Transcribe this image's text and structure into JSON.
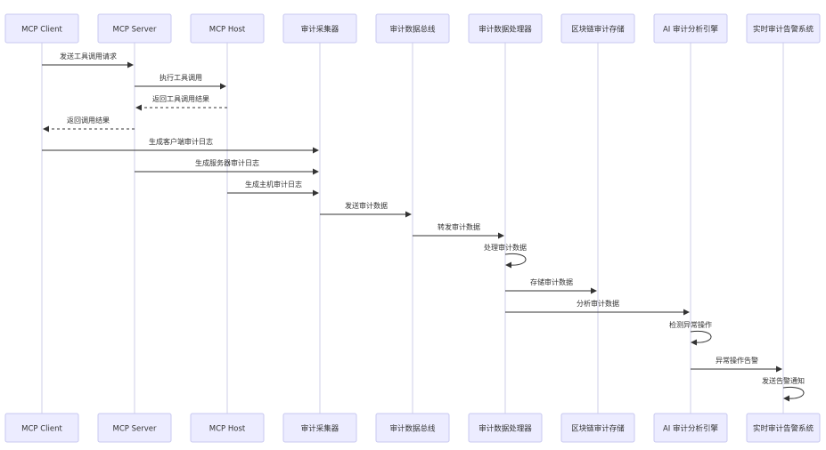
{
  "actors": [
    {
      "id": "client",
      "label": "MCP Client"
    },
    {
      "id": "server",
      "label": "MCP Server"
    },
    {
      "id": "host",
      "label": "MCP Host"
    },
    {
      "id": "collector",
      "label": "审计采集器"
    },
    {
      "id": "bus",
      "label": "审计数据总线"
    },
    {
      "id": "processor",
      "label": "审计数据处理器"
    },
    {
      "id": "chain",
      "label": "区块链审计存储"
    },
    {
      "id": "ai",
      "label": "AI 审计分析引擎"
    },
    {
      "id": "alert",
      "label": "实时审计告警系统"
    }
  ],
  "messages": [
    {
      "from": "client",
      "to": "server",
      "label": "发送工具调用请求",
      "style": "solid"
    },
    {
      "from": "server",
      "to": "host",
      "label": "执行工具调用",
      "style": "solid"
    },
    {
      "from": "host",
      "to": "server",
      "label": "返回工具调用结果",
      "style": "dashed"
    },
    {
      "from": "server",
      "to": "client",
      "label": "返回调用结果",
      "style": "dashed"
    },
    {
      "from": "client",
      "to": "collector",
      "label": "生成客户端审计日志",
      "style": "solid"
    },
    {
      "from": "server",
      "to": "collector",
      "label": "生成服务器审计日志",
      "style": "solid"
    },
    {
      "from": "host",
      "to": "collector",
      "label": "生成主机审计日志",
      "style": "solid"
    },
    {
      "from": "collector",
      "to": "bus",
      "label": "发送审计数据",
      "style": "solid"
    },
    {
      "from": "bus",
      "to": "processor",
      "label": "转发审计数据",
      "style": "solid"
    },
    {
      "from": "processor",
      "to": "processor",
      "label": "处理审计数据",
      "style": "solid"
    },
    {
      "from": "processor",
      "to": "chain",
      "label": "存储审计数据",
      "style": "solid"
    },
    {
      "from": "processor",
      "to": "ai",
      "label": "分析审计数据",
      "style": "solid"
    },
    {
      "from": "ai",
      "to": "ai",
      "label": "检测异常操作",
      "style": "solid"
    },
    {
      "from": "ai",
      "to": "alert",
      "label": "异常操作告警",
      "style": "solid"
    },
    {
      "from": "alert",
      "to": "alert",
      "label": "发送告警通知",
      "style": "solid"
    }
  ]
}
